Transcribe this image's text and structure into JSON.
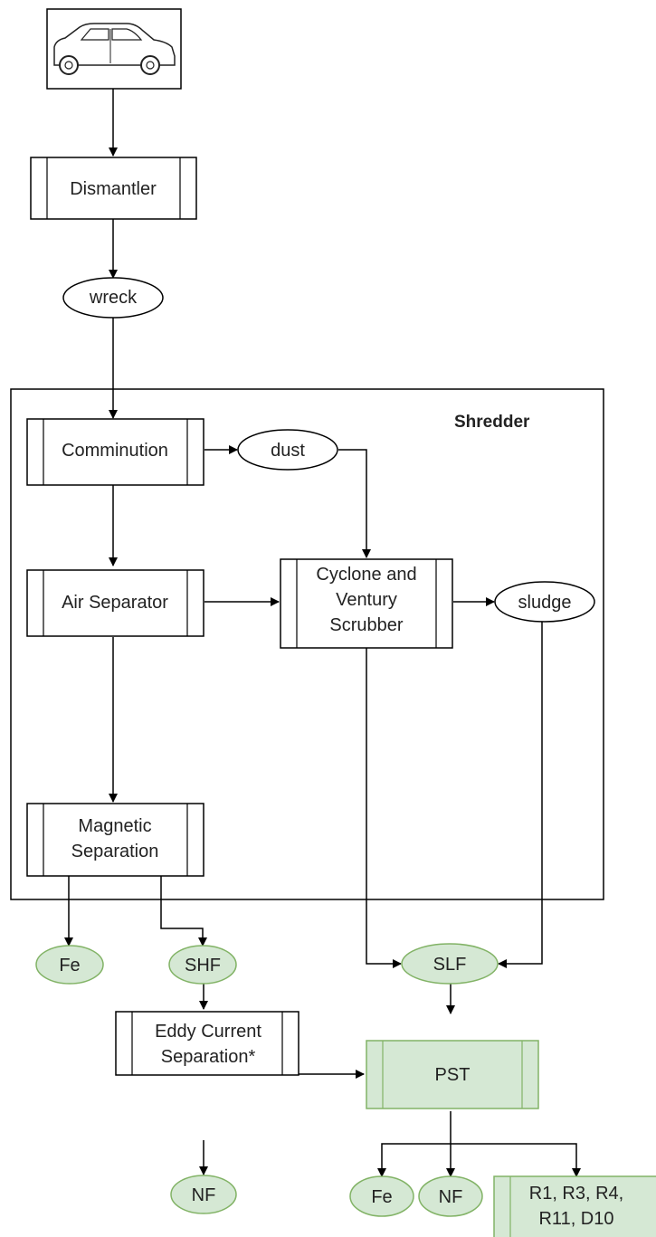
{
  "car_icon": "car-icon",
  "nodes": {
    "dismantler": "Dismantler",
    "wreck": "wreck",
    "shredder": "Shredder",
    "comminution": "Comminution",
    "dust": "dust",
    "air_separator": "Air Separator",
    "cyclone": [
      "Cyclone and",
      "Ventury",
      "Scrubber"
    ],
    "sludge": "sludge",
    "magnetic": [
      "Magnetic",
      "Separation"
    ],
    "fe1": "Fe",
    "shf": "SHF",
    "slf": "SLF",
    "eddy": [
      "Eddy Current",
      "Separation*"
    ],
    "pst": "PST",
    "nf1": "NF",
    "fe2": "Fe",
    "nf2": "NF",
    "codes": [
      "R1, R3, R4,",
      "R11, D10"
    ]
  },
  "colors": {
    "green_fill": "#d5e8d4",
    "green_stroke": "#82b366",
    "line": "#000000"
  }
}
